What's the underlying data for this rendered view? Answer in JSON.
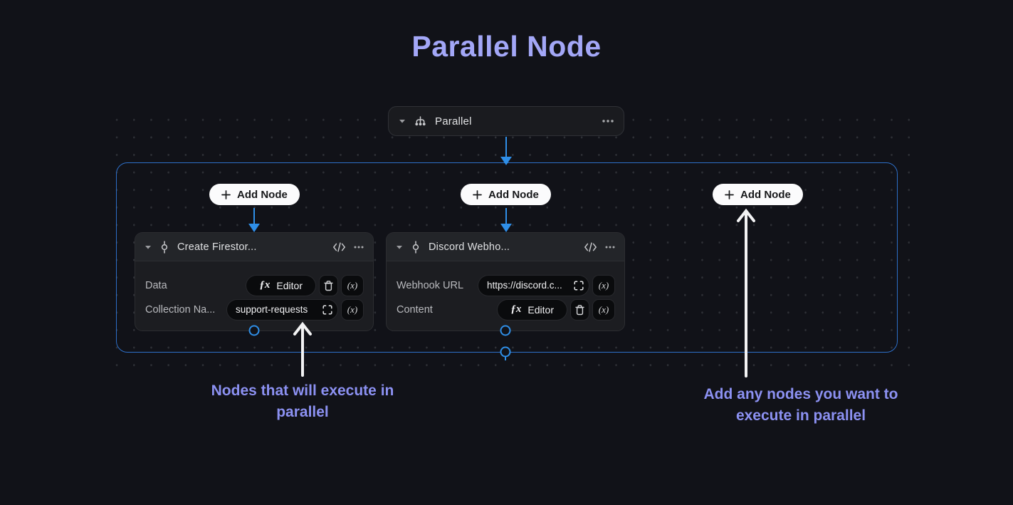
{
  "header": {
    "title": "Parallel Node"
  },
  "canvas": {
    "parallel_node": {
      "title": "Parallel"
    },
    "add_node_label": "Add Node",
    "fx_glyph": "ƒx",
    "var_button_label": "(x)",
    "nodes": [
      {
        "title": "Create Firestor...",
        "rows": [
          {
            "label": "Data",
            "type": "editor",
            "value": "Editor"
          },
          {
            "label": "Collection Na...",
            "type": "input",
            "value": "support-requests"
          }
        ]
      },
      {
        "title": "Discord Webho...",
        "rows": [
          {
            "label": "Webhook URL",
            "type": "input",
            "value": "https://discord.c..."
          },
          {
            "label": "Content",
            "type": "editor",
            "value": "Editor"
          }
        ]
      }
    ]
  },
  "annotations": {
    "left_line1": "Nodes that will execute in",
    "left_line2": "parallel",
    "right_line1": "Add any nodes you want to",
    "right_line2": "execute in parallel"
  },
  "colors": {
    "accent_blue": "#2f8fe8",
    "container_border_blue": "#2d6fc8",
    "title_purple": "#a3a7f7",
    "annotation_purple": "#8c91f2"
  }
}
